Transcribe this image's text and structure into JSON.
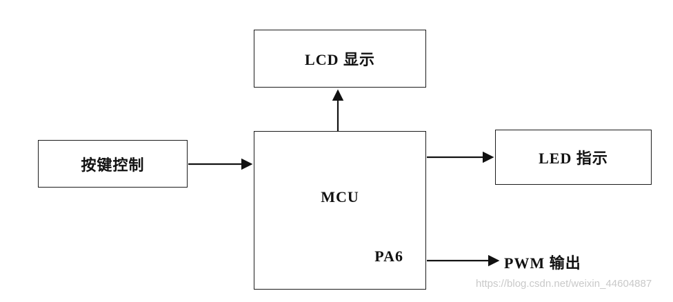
{
  "diagram": {
    "boxes": {
      "lcd": {
        "label": "LCD 显示"
      },
      "keypad": {
        "label": "按键控制"
      },
      "mcu": {
        "label": "MCU",
        "pin": "PA6"
      },
      "led": {
        "label": "LED 指示"
      }
    },
    "labels": {
      "pwm_output": "PWM 输出"
    },
    "connections": [
      {
        "from": "keypad",
        "to": "mcu",
        "type": "arrow"
      },
      {
        "from": "mcu",
        "to": "lcd",
        "type": "arrow"
      },
      {
        "from": "mcu",
        "to": "led",
        "type": "arrow"
      },
      {
        "from": "mcu.PA6",
        "to": "pwm_output",
        "type": "arrow"
      }
    ],
    "colors": {
      "line": "#111111",
      "box_border": "#1a1a1a",
      "background": "#ffffff",
      "watermark": "#c9c9c9"
    },
    "watermark": "https://blog.csdn.net/weixin_44604887"
  }
}
